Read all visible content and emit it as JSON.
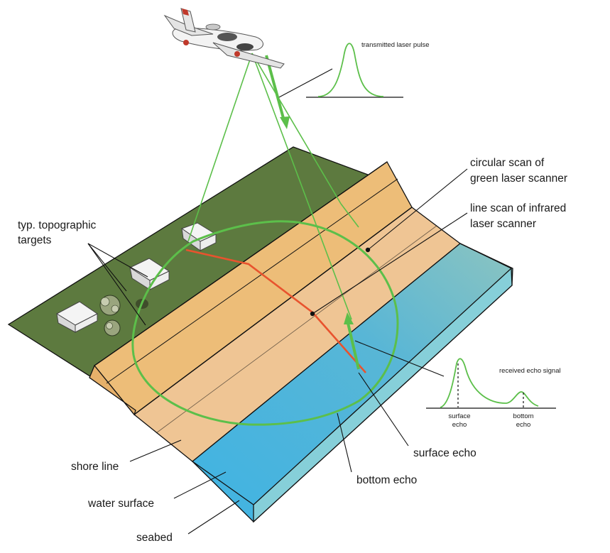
{
  "labels": {
    "transmitted_pulse": "transmitted laser pulse",
    "circular_scan_line1": "circular scan of",
    "circular_scan_line2": "green laser scanner",
    "line_scan_line1": "line scan of infrared",
    "line_scan_line2": "laser scanner",
    "topo_targets_line1": "typ. topographic",
    "topo_targets_line2": "targets",
    "received_echo": "received echo signal",
    "surface_echo_small_1": "surface",
    "surface_echo_small_2": "echo",
    "bottom_echo_small_1": "bottom",
    "bottom_echo_small_2": "echo",
    "surface_echo": "surface echo",
    "bottom_echo": "bottom echo",
    "shore_line": "shore line",
    "water_surface": "water surface",
    "seabed": "seabed"
  },
  "colors": {
    "grass": "#5d7a3f",
    "sand_top": "#edbf7c",
    "sand_low": "#eec898",
    "water_top": "#4fb6dc",
    "water_bottom": "#78c0b6",
    "green_laser": "#5cbf4a",
    "infrared_scan": "#e8532e"
  }
}
